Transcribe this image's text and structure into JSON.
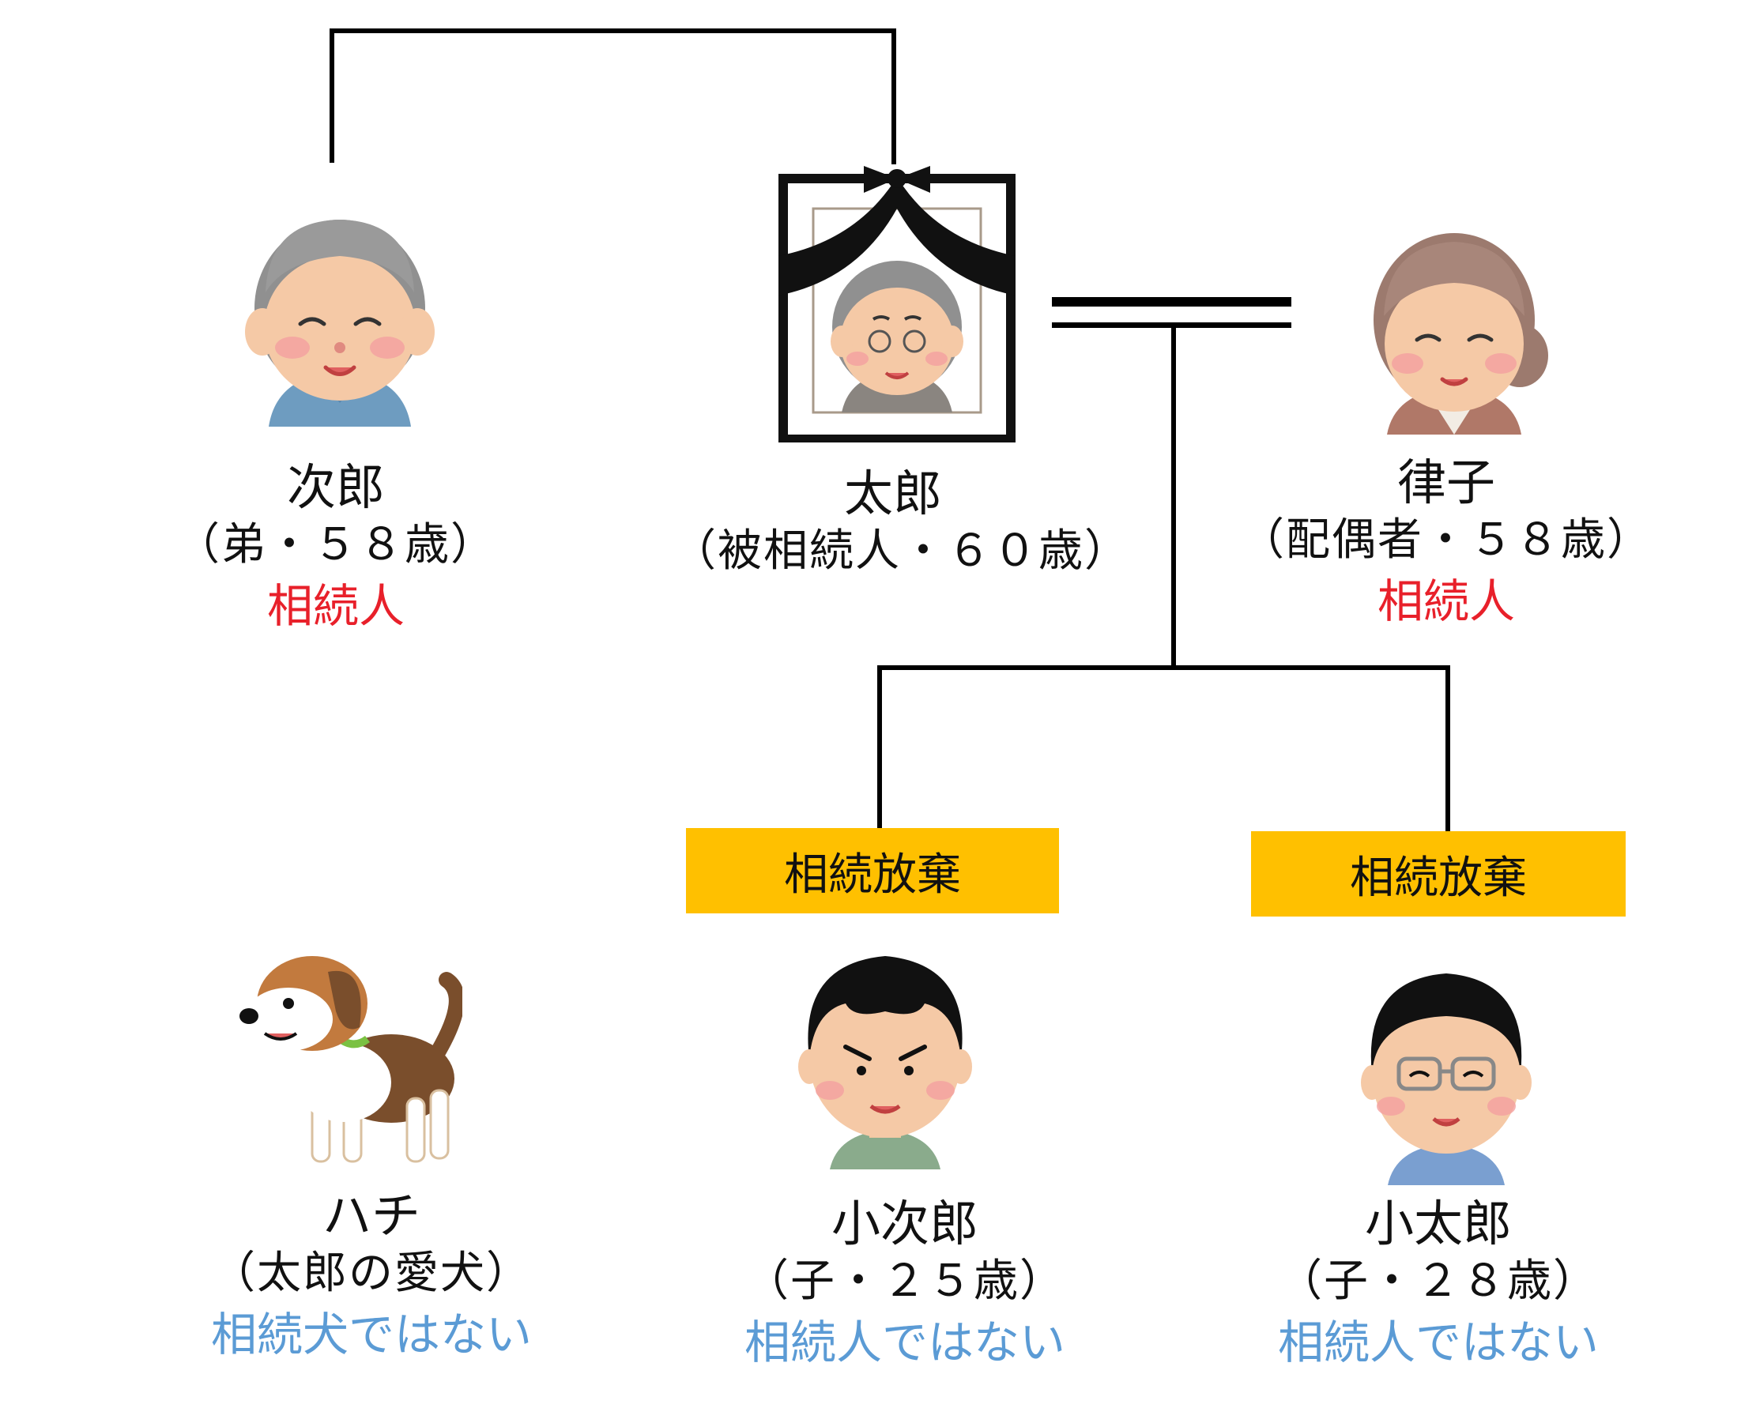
{
  "people": {
    "jiro": {
      "name": "次郎",
      "detail": "（弟・５８歳）",
      "status": "相続人"
    },
    "taro": {
      "name": "太郎",
      "detail": "（被相続人・６０歳）"
    },
    "ritsuko": {
      "name": "律子",
      "detail": "（配偶者・５８歳）",
      "status": "相続人"
    },
    "hachi": {
      "name": "ハチ",
      "detail": "（太郎の愛犬）",
      "status": "相続犬ではない"
    },
    "kojiro": {
      "name": "小次郎",
      "detail": "（子・２５歳）",
      "status": "相続人ではない"
    },
    "kotaro": {
      "name": "小太郎",
      "detail": "（子・２８歳）",
      "status": "相続人ではない"
    }
  },
  "badges": {
    "left": "相続放棄",
    "right": "相続放棄"
  },
  "colors": {
    "heir": "#e8202a",
    "not_heir": "#5b9bd5",
    "badge": "#ffc000",
    "line": "#000000"
  }
}
